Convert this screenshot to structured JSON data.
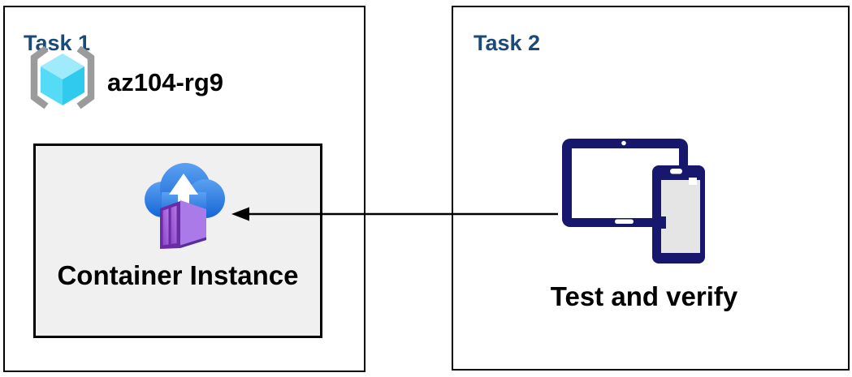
{
  "task1": {
    "title": "Task 1",
    "resource_group": {
      "icon": "resource-group-icon",
      "name": "az104-rg9"
    },
    "container_card": {
      "icon": "container-instance-icon",
      "label": "Container Instance"
    }
  },
  "task2": {
    "title": "Task 2",
    "devices": {
      "icon": "devices-icon"
    },
    "label": "Test and verify"
  },
  "arrow": {
    "icon": "arrow-left",
    "from": "task2-devices",
    "to": "task1-container-instance",
    "direction": "right-to-left"
  },
  "colors": {
    "title_blue": "#1B4A78",
    "box_border": "#000000",
    "inner_box_fill": "#F0F0F0",
    "bracket_gray": "#9B9B9B",
    "cube_top": "#9FEAFB",
    "cube_left": "#55DBF5",
    "cube_right": "#2FCBEF",
    "cloud_blue_top": "#5BA1F1",
    "cloud_blue_bottom": "#1565D6",
    "container_front": "#6C2BA6",
    "container_side": "#AA7AE8",
    "container_edge": "#55309A",
    "device_navy": "#17176E",
    "phone_screen_gray": "#E5E5E5",
    "arrow_black": "#000000"
  }
}
